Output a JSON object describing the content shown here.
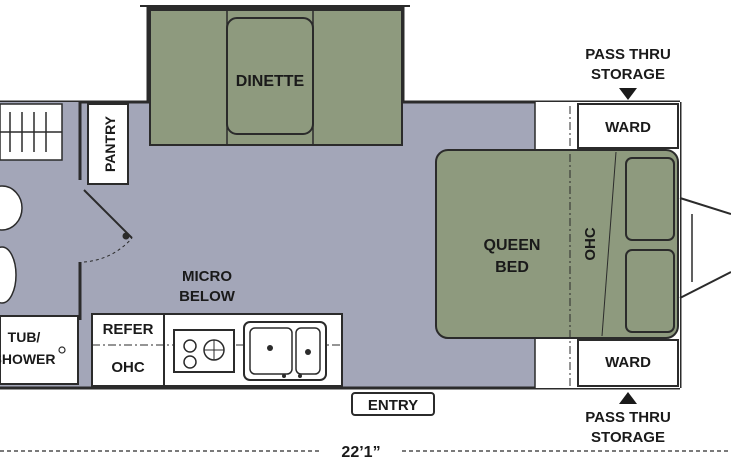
{
  "floorplan": {
    "labels": {
      "dinette": "DINETTE",
      "pantry": "PANTRY",
      "micro_line1": "MICRO",
      "micro_line2": "BELOW",
      "refer": "REFER",
      "ohc_kitchen": "OHC",
      "tub_line1": "TUB/",
      "tub_line2": "SHOWER",
      "entry": "ENTRY",
      "bed_line1": "QUEEN",
      "bed_line2": "BED",
      "ohc_bedroom": "OHC",
      "ward_top": "WARD",
      "ward_bottom": "WARD",
      "pass_thru_top_line1": "PASS THRU",
      "pass_thru_top_line2": "STORAGE",
      "pass_thru_bottom_line1": "PASS THRU",
      "pass_thru_bottom_line2": "STORAGE",
      "length": "22’1”"
    },
    "colors": {
      "floor": "#a3a6b8",
      "furniture": "#8e9a7e",
      "outline": "#2b2b2b",
      "background": "#ffffff"
    }
  }
}
